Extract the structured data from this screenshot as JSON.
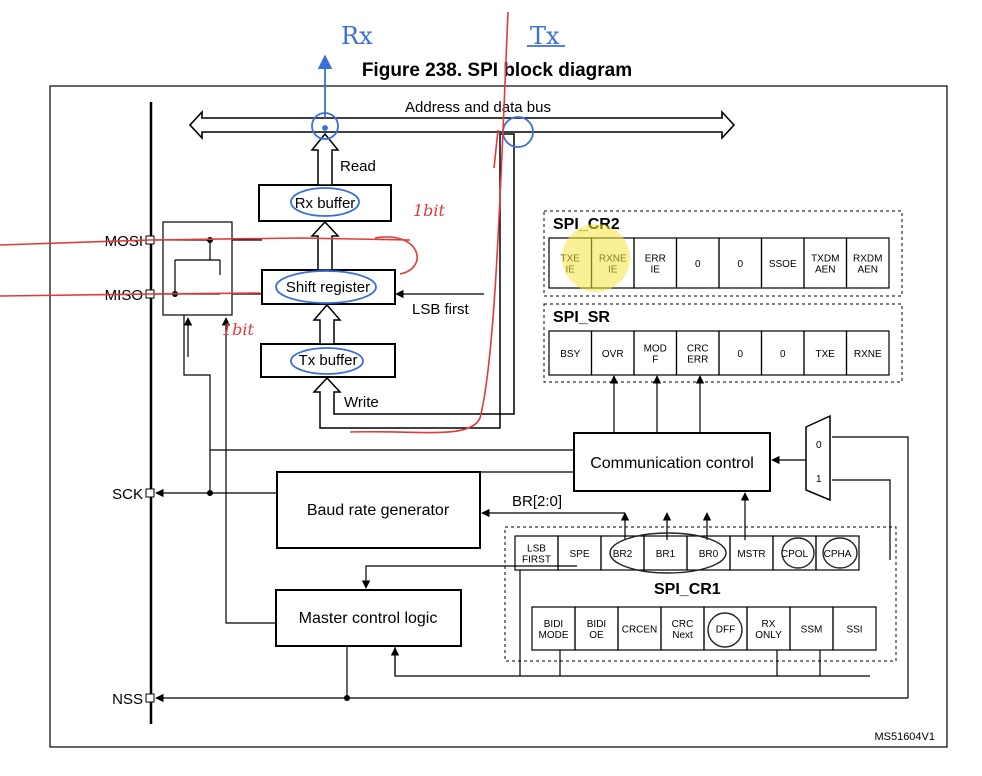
{
  "title": "Figure 238. SPI block diagram",
  "bus_label": "Address and data bus",
  "pins": [
    "MOSI",
    "MISO",
    "SCK",
    "NSS"
  ],
  "blocks": {
    "rx_buffer": "Rx buffer",
    "shift_register": "Shift register",
    "tx_buffer": "Tx buffer",
    "baud_rate_generator": "Baud rate generator",
    "master_control_logic": "Master control logic",
    "communication_control": "Communication control"
  },
  "signals": {
    "read": "Read",
    "write": "Write",
    "lsb_first": "LSB first",
    "br": "BR[2:0]",
    "mux_0": "0",
    "mux_1": "1"
  },
  "registers": {
    "cr2": {
      "name": "SPI_CR2",
      "bits": [
        "TXE IE",
        "RXNE IE",
        "ERR IE",
        "0",
        "0",
        "SSOE",
        "TXDM AEN",
        "RXDM AEN"
      ]
    },
    "sr": {
      "name": "SPI_SR",
      "bits": [
        "BSY",
        "OVR",
        "MOD F",
        "CRC ERR",
        "0",
        "0",
        "TXE",
        "RXNE"
      ]
    },
    "cr1": {
      "name": "SPI_CR1",
      "row1": [
        "LSB FIRST",
        "SPE",
        "BR2",
        "BR1",
        "BR0",
        "MSTR",
        "CPOL",
        "CPHA"
      ],
      "row2": [
        "BIDI MODE",
        "BIDI OE",
        "CRCEN",
        "CRC Next",
        "DFF",
        "RX ONLY",
        "SSM",
        "SSI"
      ]
    }
  },
  "footer_id": "MS51604V1",
  "annotations": {
    "rx": "Rx",
    "tx": "Tx",
    "one_bit_1": "1bit",
    "one_bit_2": "1bit"
  },
  "colors": {
    "ink_blue": "#3a6fd8",
    "ink_red": "#e23a3a",
    "highlight": "#f5e642"
  }
}
